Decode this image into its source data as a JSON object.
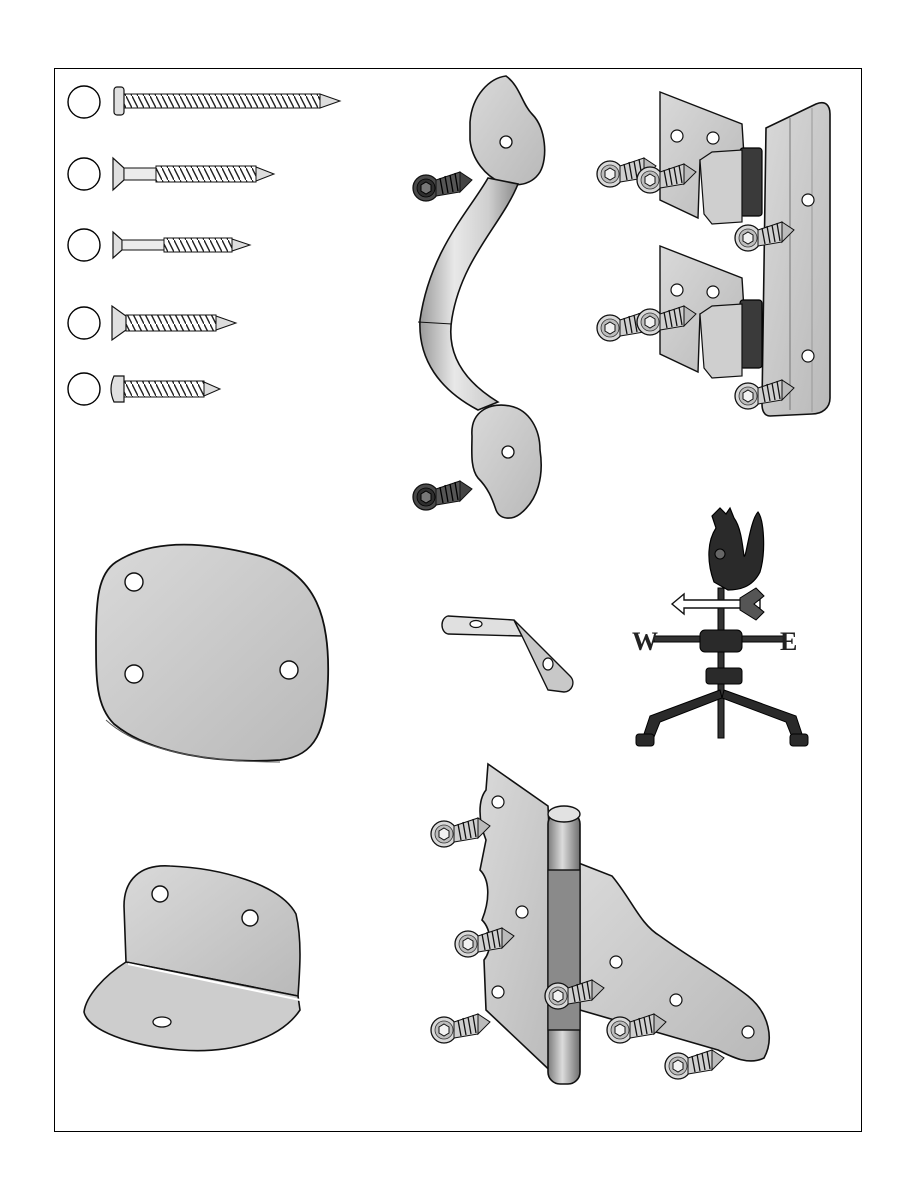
{
  "diagram": {
    "screw_circles": [
      {
        "name": "screw-a",
        "label": ""
      },
      {
        "name": "screw-b",
        "label": ""
      },
      {
        "name": "screw-c",
        "label": ""
      },
      {
        "name": "screw-d",
        "label": ""
      },
      {
        "name": "screw-e",
        "label": ""
      }
    ],
    "weathervane_letters": {
      "west": "W",
      "east": "E"
    },
    "colors": {
      "line": "#1a1a1a",
      "metal_light": "#e6e6e6",
      "metal_mid": "#c4c4c4",
      "metal_dark": "#8e8e8e",
      "rubber": "#3a3a3a",
      "vane": "#2a2a2a"
    }
  }
}
